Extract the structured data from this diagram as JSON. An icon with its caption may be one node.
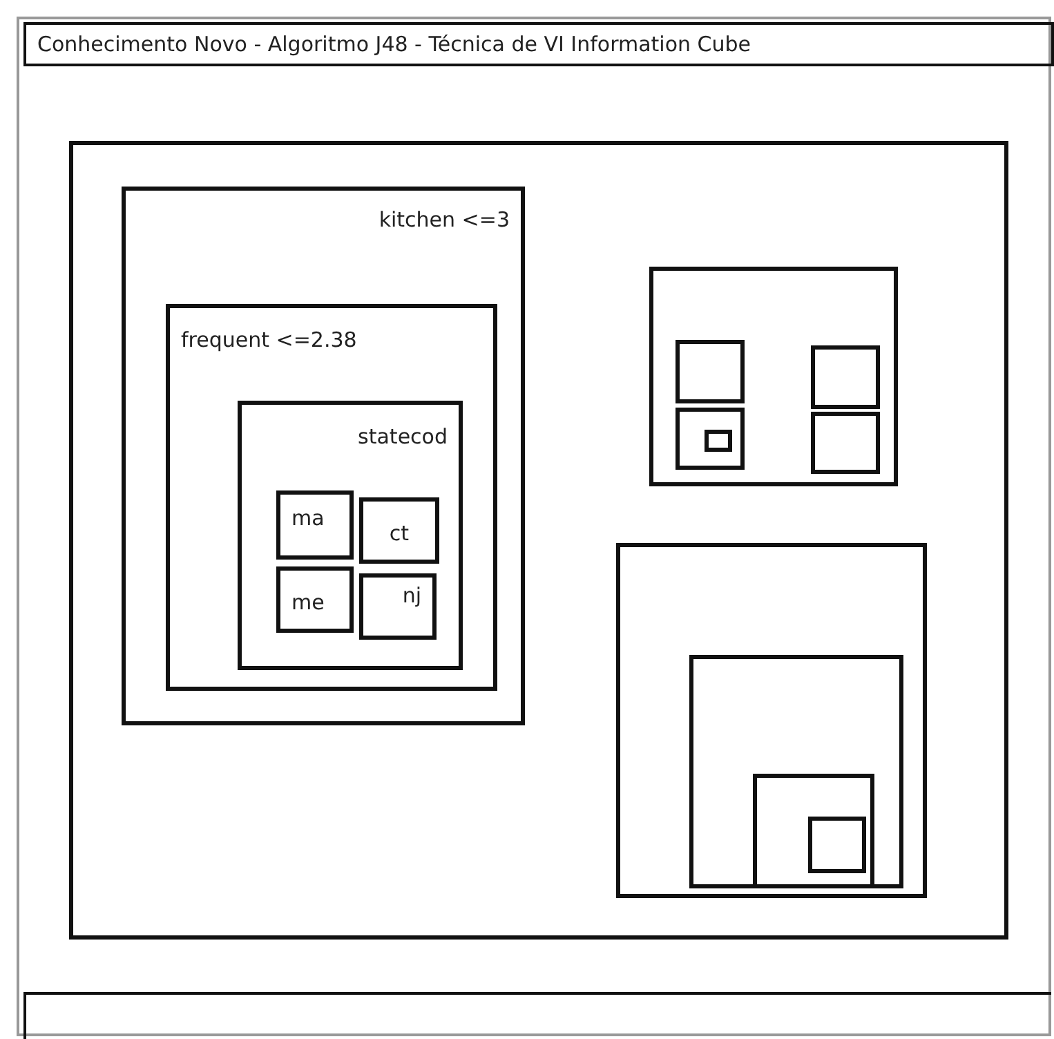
{
  "diagram": {
    "title": "Conhecimento Novo - Algoritmo J48 - Técnica de VI Information Cube",
    "nodes": [
      {
        "text": [],
        "shape": "box"
      },
      {
        "text": [
          "kitchen <=3"
        ],
        "in": 0
      },
      {
        "text": [
          "frequent <=2.38"
        ],
        "in": 1
      },
      {
        "text": [
          "statecod"
        ],
        "in": 2
      },
      {
        "text": [
          "ma"
        ],
        "in": 3
      },
      {
        "text": [
          "ct"
        ],
        "in": 3
      },
      {
        "text": [
          "me"
        ],
        "in": 3
      },
      {
        "text": [
          "nj"
        ],
        "in": 3
      },
      {
        "text": [],
        "shape": "box",
        "in": 0
      },
      {
        "text": [],
        "shape": "box",
        "in": 8
      },
      {
        "text": [],
        "shape": "box",
        "in": 8
      },
      {
        "text": [],
        "shape": "box",
        "in": 8
      },
      {
        "text": [],
        "shape": "box",
        "in": 8
      },
      {
        "text": [],
        "shape": "box",
        "in": 11
      },
      {
        "text": [],
        "shape": "box",
        "in": 0
      },
      {
        "text": [],
        "shape": "box",
        "in": 14
      },
      {
        "text": [],
        "shape": "box",
        "in": 15
      },
      {
        "text": [],
        "shape": "box",
        "in": 16
      }
    ],
    "edges": []
  }
}
